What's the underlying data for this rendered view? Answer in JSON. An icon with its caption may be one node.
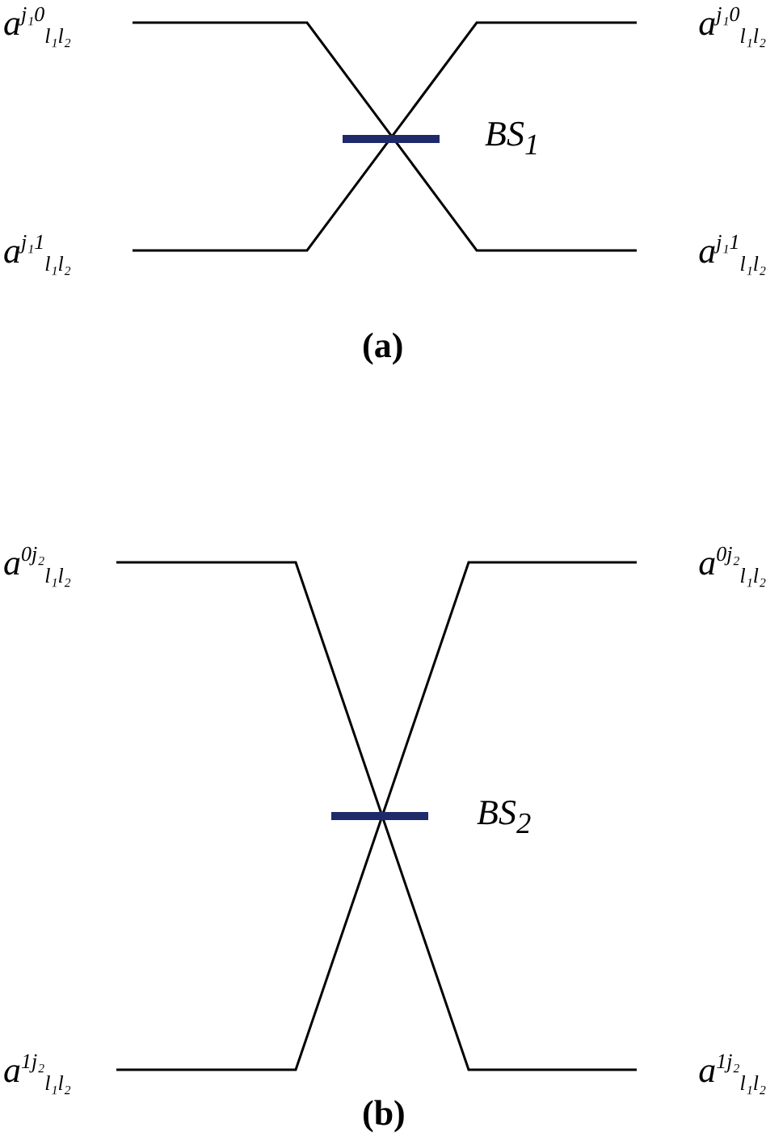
{
  "diagram": {
    "nodes": [
      {
        "text": [
          "a$^{j₁0}$$_{l₁l₂}$"
        ]
      },
      {
        "text": [
          "a$^{j₁1}$$_{l₁l₂}$"
        ]
      },
      {
        "text": [
          "a$^{j₁0}$$_{l₁l₂}$"
        ]
      },
      {
        "text": [
          "a$^{j₁1}$$_{l₁l₂}$"
        ]
      },
      {
        "text": [
          "a$^{0j₂}$$_{l₁l₂}$"
        ]
      },
      {
        "text": [
          "a$^{1j₂}$$_{l₁l₂}$"
        ]
      },
      {
        "text": [
          "a$^{0j₂}$$_{l₁l₂}$"
        ]
      },
      {
        "text": [
          "a$^{1j₂}$$_{l₁l₂}$"
        ]
      }
    ],
    "edges": [
      {
        "from": 0,
        "to": 3,
        "arrow": "none"
      },
      {
        "from": 1,
        "to": 2,
        "arrow": "none"
      },
      {
        "from": 4,
        "to": 7,
        "arrow": "none"
      },
      {
        "from": 5,
        "to": 6,
        "arrow": "none"
      }
    ],
    "labels": [
      "BS$_{1}$",
      "(a)",
      "BS$_{2}$",
      "(b)"
    ]
  }
}
